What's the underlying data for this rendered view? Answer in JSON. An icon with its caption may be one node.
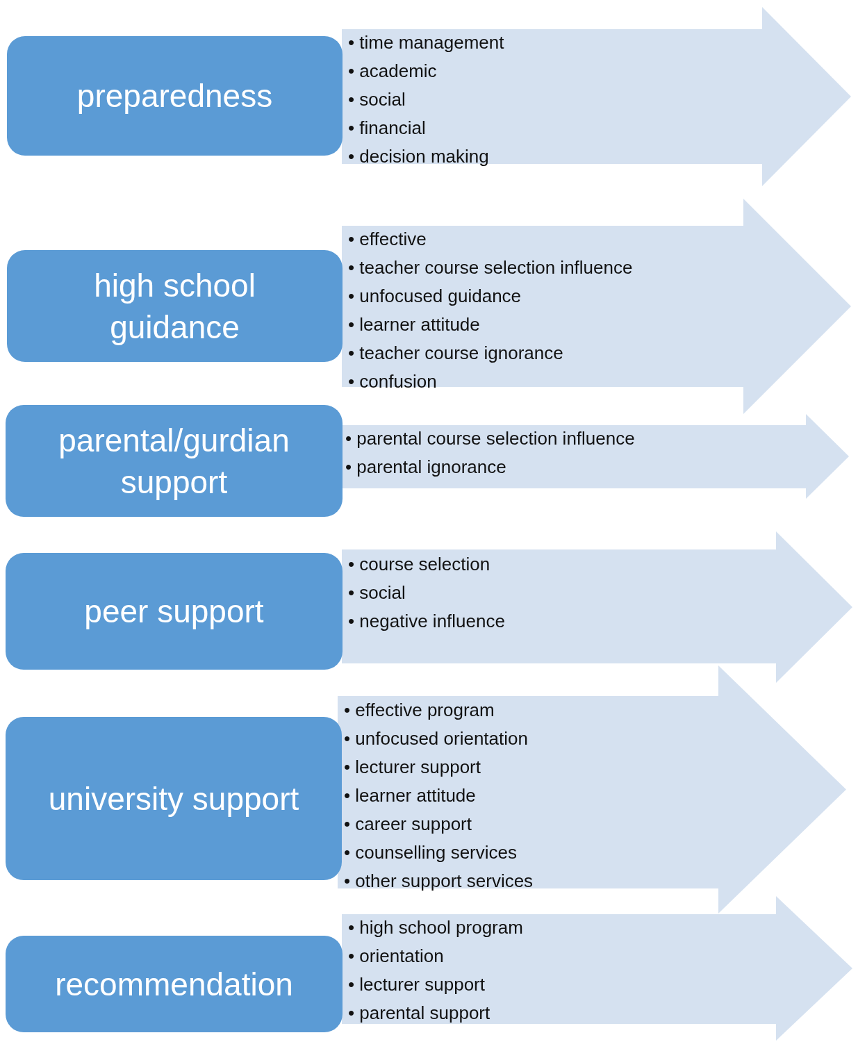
{
  "diagram": {
    "nodes": [
      {
        "text": [
          "preparedness"
        ]
      },
      {
        "text": [
          "• time management",
          "• academic",
          "• social",
          "• financial",
          "• decision making"
        ]
      },
      {
        "text": [
          "high school guidance"
        ]
      },
      {
        "text": [
          "• effective",
          "• teacher course selection influence",
          "• unfocused guidance",
          "• learner attitude",
          "• teacher course ignorance",
          "• confusion"
        ]
      },
      {
        "text": [
          "parental/gurdian support"
        ]
      },
      {
        "text": [
          "• parental course selection influence",
          "• parental ignorance"
        ]
      },
      {
        "text": [
          "peer support"
        ]
      },
      {
        "text": [
          "• course selection",
          "• social",
          "• negative influence"
        ]
      },
      {
        "text": [
          "university support"
        ]
      },
      {
        "text": [
          "• effective program",
          "• unfocused orientation",
          "• lecturer support",
          "• learner attitude",
          "• career support",
          "• counselling services",
          "• other support services"
        ]
      },
      {
        "text": [
          "recommendation"
        ]
      },
      {
        "text": [
          "• high school program",
          "• orientation",
          "• lecturer support",
          "• parental support"
        ]
      }
    ]
  }
}
